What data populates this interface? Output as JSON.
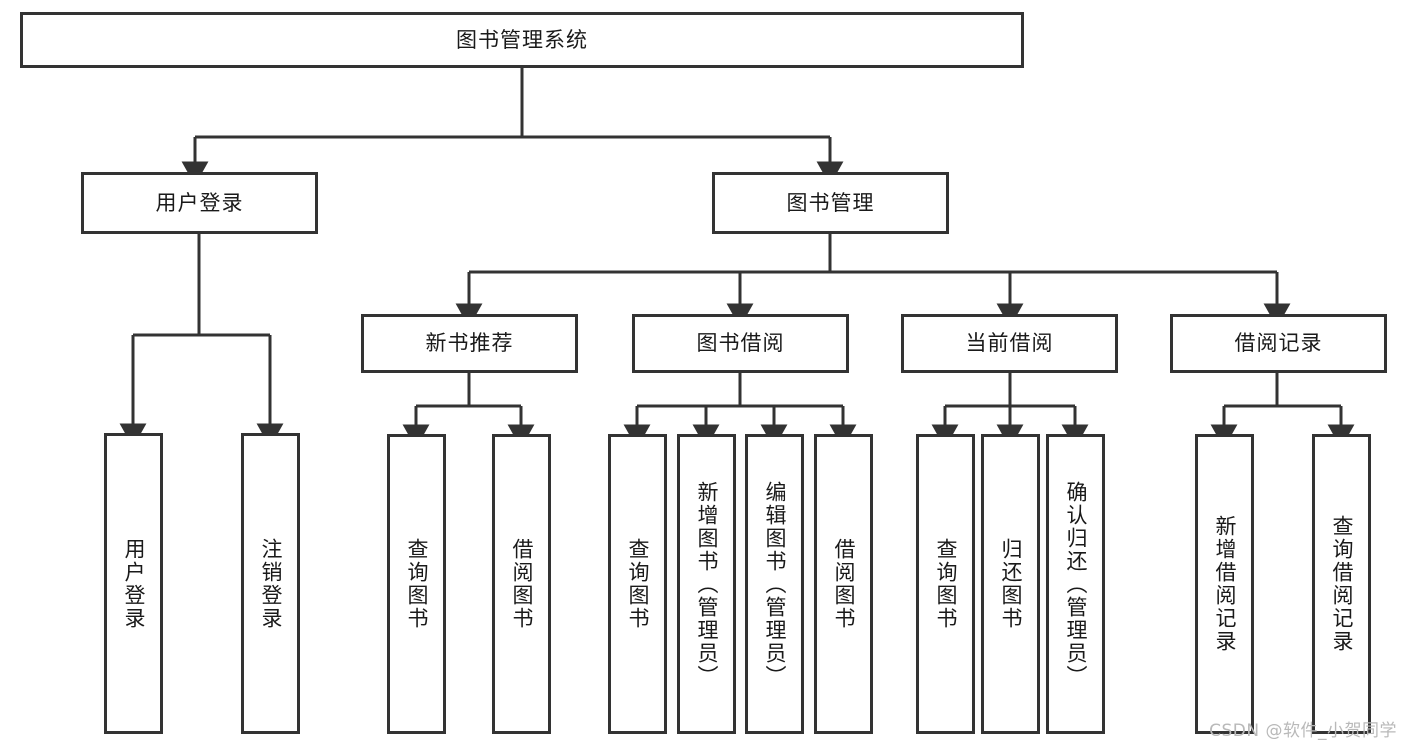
{
  "diagram": {
    "type": "tree-hierarchy",
    "title": "图书管理系统",
    "watermark": "CSDN @软件_小贺同学",
    "colors": {
      "stroke": "#333333",
      "fill": "#ffffff",
      "text": "#1a1a1a",
      "watermark": "#b9b9b9"
    },
    "nodes": {
      "root": {
        "label": "图书管理系统"
      },
      "level1": [
        {
          "id": "user-login",
          "label": "用户登录"
        },
        {
          "id": "book-manage",
          "label": "图书管理"
        }
      ],
      "level2": [
        {
          "id": "new-book-recommend",
          "label": "新书推荐"
        },
        {
          "id": "book-borrow",
          "label": "图书借阅"
        },
        {
          "id": "current-borrow",
          "label": "当前借阅"
        },
        {
          "id": "borrow-record",
          "label": "借阅记录"
        }
      ],
      "leaves": {
        "user-login": [
          {
            "id": "leaf-user-login",
            "label": "用户登录"
          },
          {
            "id": "leaf-user-logout",
            "label": "注销登录"
          }
        ],
        "new-book-recommend": [
          {
            "id": "leaf-query-book-1",
            "label": "查询图书"
          },
          {
            "id": "leaf-borrow-book-1",
            "label": "借阅图书"
          }
        ],
        "book-borrow": [
          {
            "id": "leaf-query-book-2",
            "label": "查询图书"
          },
          {
            "id": "leaf-add-book",
            "label": "新增图书（管理员）"
          },
          {
            "id": "leaf-edit-book",
            "label": "编辑图书（管理员）"
          },
          {
            "id": "leaf-borrow-book-2",
            "label": "借阅图书"
          }
        ],
        "current-borrow": [
          {
            "id": "leaf-query-book-3",
            "label": "查询图书"
          },
          {
            "id": "leaf-return-book",
            "label": "归还图书"
          },
          {
            "id": "leaf-confirm-return",
            "label": "确认归还（管理员）"
          }
        ],
        "borrow-record": [
          {
            "id": "leaf-add-record",
            "label": "新增借阅记录"
          },
          {
            "id": "leaf-query-record",
            "label": "查询借阅记录"
          }
        ]
      }
    }
  }
}
